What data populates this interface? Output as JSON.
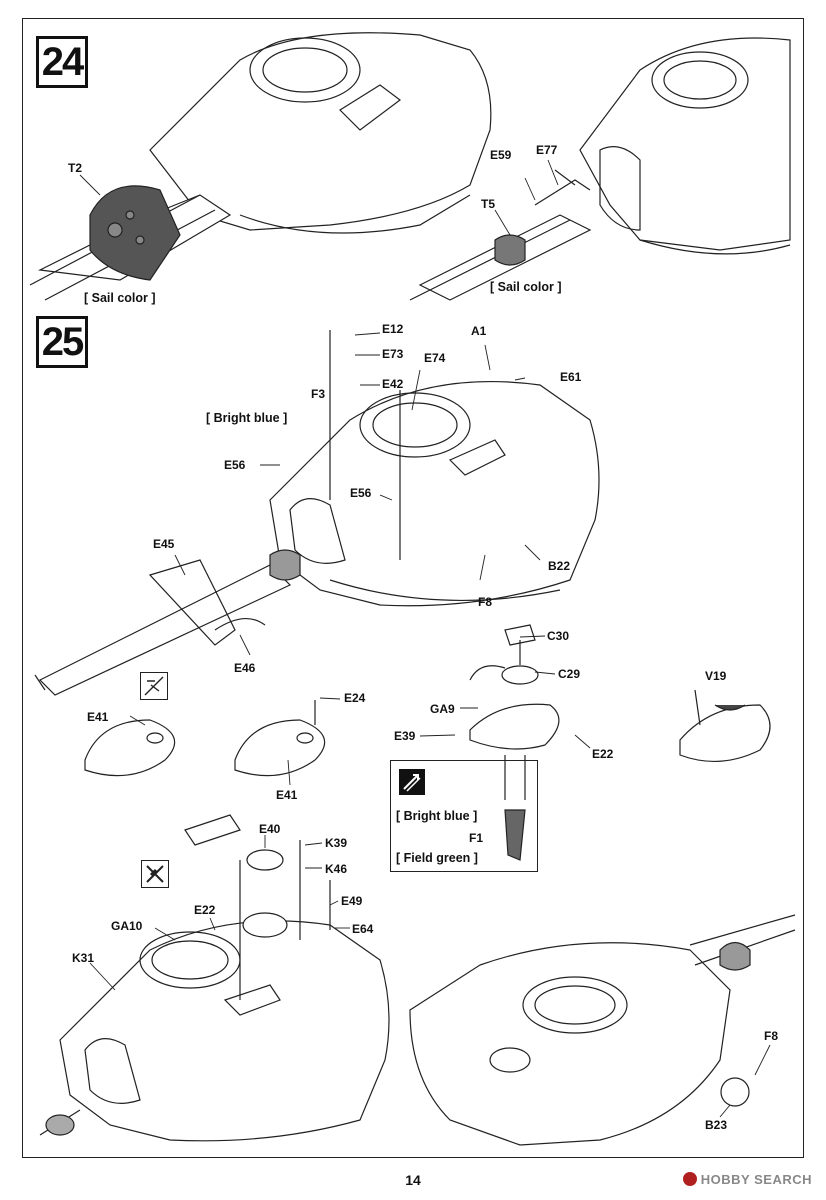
{
  "page_number": "14",
  "watermark": "HOBBY SEARCH",
  "steps": [
    {
      "number": "24"
    },
    {
      "number": "25"
    }
  ],
  "step24": {
    "parts": [
      "T2",
      "T5",
      "E59",
      "E77"
    ],
    "color_notes": [
      "[ Sail color ]",
      "[ Sail color ]"
    ]
  },
  "step25": {
    "parts": [
      "E12",
      "E73",
      "E42",
      "F3",
      "E74",
      "A1",
      "E61",
      "E56",
      "E56",
      "E45",
      "E46",
      "B22",
      "F8",
      "C30",
      "C29",
      "GA9",
      "E39",
      "E22",
      "V19",
      "E41",
      "E24",
      "E41",
      "F1",
      "E40",
      "K39",
      "K46",
      "E49",
      "E64",
      "E22",
      "GA10",
      "K31",
      "F8",
      "B23"
    ],
    "color_notes": [
      "[ Bright blue ]",
      "[ Bright blue ]",
      "[ Field green ]"
    ]
  }
}
